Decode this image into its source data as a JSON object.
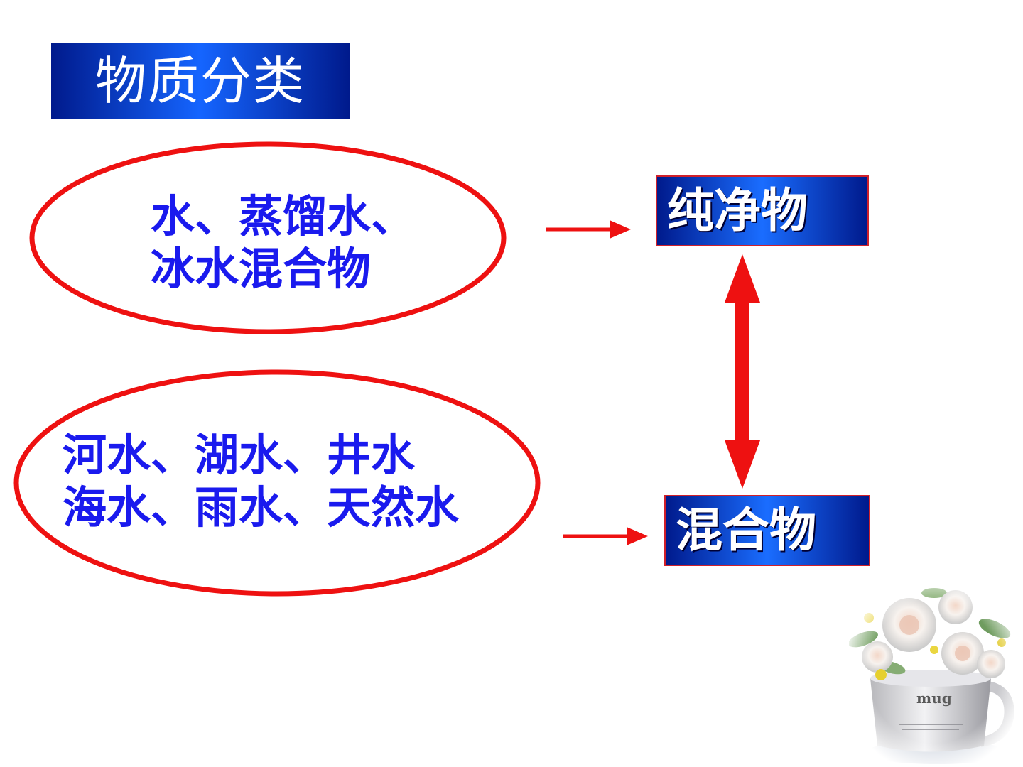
{
  "title": "物质分类",
  "categories": {
    "pure": "纯净物",
    "mixture": "混合物"
  },
  "examples": {
    "pure_line1": "水、蒸馏水、",
    "pure_line2": "冰水混合物",
    "mixture_line1": "河水、湖水、井水",
    "mixture_line2": "海水、雨水、天然水"
  },
  "mug_label": "mug",
  "colors": {
    "title_bg": "#1565ff",
    "category_bg": "#1a6dff",
    "example_text": "#1a1aee",
    "ellipse_stroke": "#ee1111",
    "arrow": "#ee1111"
  }
}
